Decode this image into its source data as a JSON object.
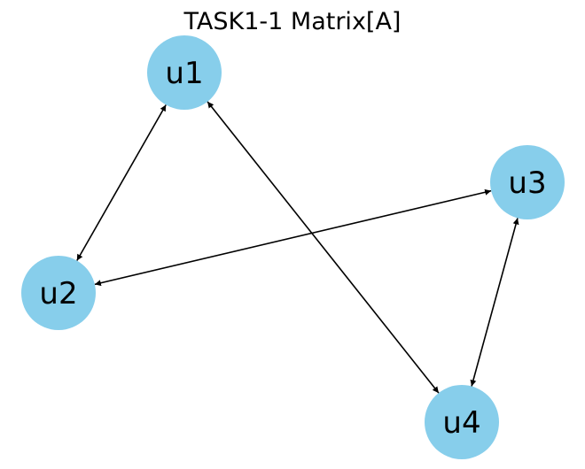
{
  "title": "TASK1-1 Matrix[A]",
  "colors": {
    "node_fill": "#87ceeb",
    "edge": "#000000",
    "text": "#000000",
    "background": "#ffffff"
  },
  "nodes": [
    {
      "id": "u1",
      "label": "u1"
    },
    {
      "id": "u2",
      "label": "u2"
    },
    {
      "id": "u3",
      "label": "u3"
    },
    {
      "id": "u4",
      "label": "u4"
    }
  ],
  "edges": [
    {
      "from": "u1",
      "to": "u2",
      "direction": "both"
    },
    {
      "from": "u1",
      "to": "u4",
      "direction": "both"
    },
    {
      "from": "u2",
      "to": "u3",
      "direction": "both"
    },
    {
      "from": "u3",
      "to": "u4",
      "direction": "both"
    }
  ]
}
